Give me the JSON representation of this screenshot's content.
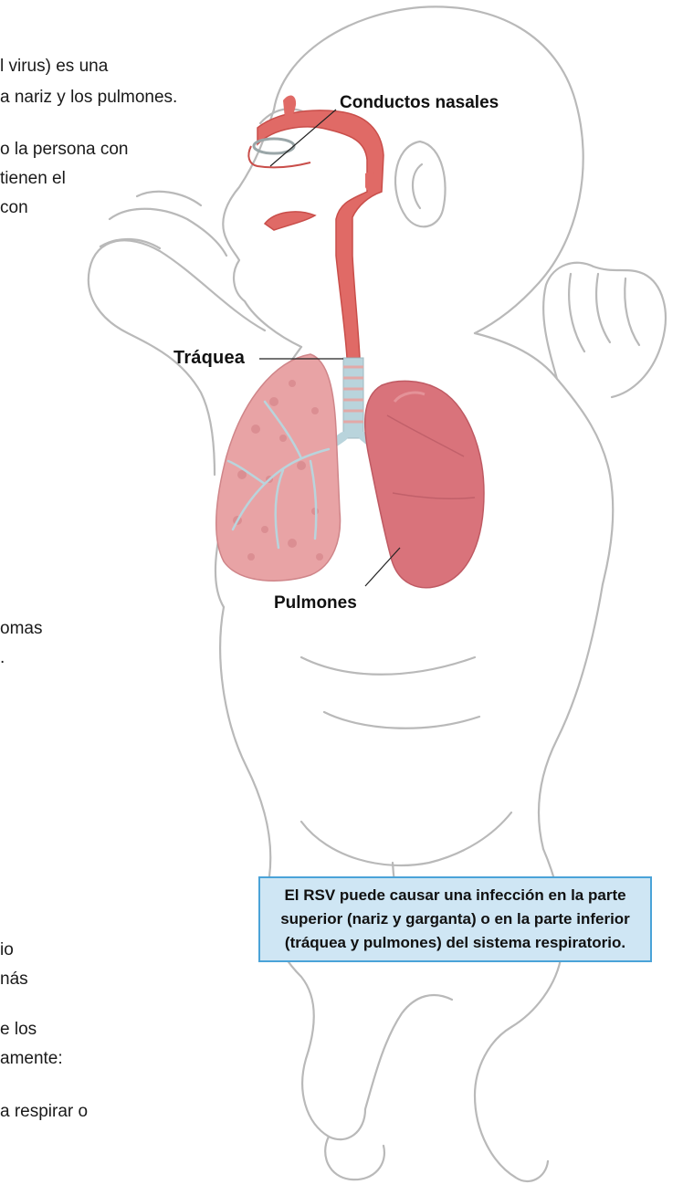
{
  "text_fragments": {
    "line1": "l virus) es una",
    "line2": "a nariz y los pulmones.",
    "line3": "o la persona con",
    "line4": "tienen el",
    "line5": "con",
    "line6": "omas",
    "line7": ".",
    "line8": "io",
    "line9": "nás",
    "line10": "e los",
    "line11": "amente:",
    "line12": "a respirar o"
  },
  "labels": {
    "nasal": "Conductos nasales",
    "trachea": "Tráquea",
    "lungs": "Pulmones"
  },
  "callout": {
    "line1": "El RSV puede causar una infección en la parte",
    "line2": "superior (nariz y garganta) o en la parte inferior",
    "line3": "(tráquea y pulmones) del sistema respiratorio."
  },
  "colors": {
    "outline": "#b9b9b9",
    "airway": "#e06a66",
    "lung_left": "#e8a3a5",
    "lung_right": "#d9737b",
    "callout_bg": "#cfe6f4",
    "callout_border": "#4aa3d8"
  }
}
